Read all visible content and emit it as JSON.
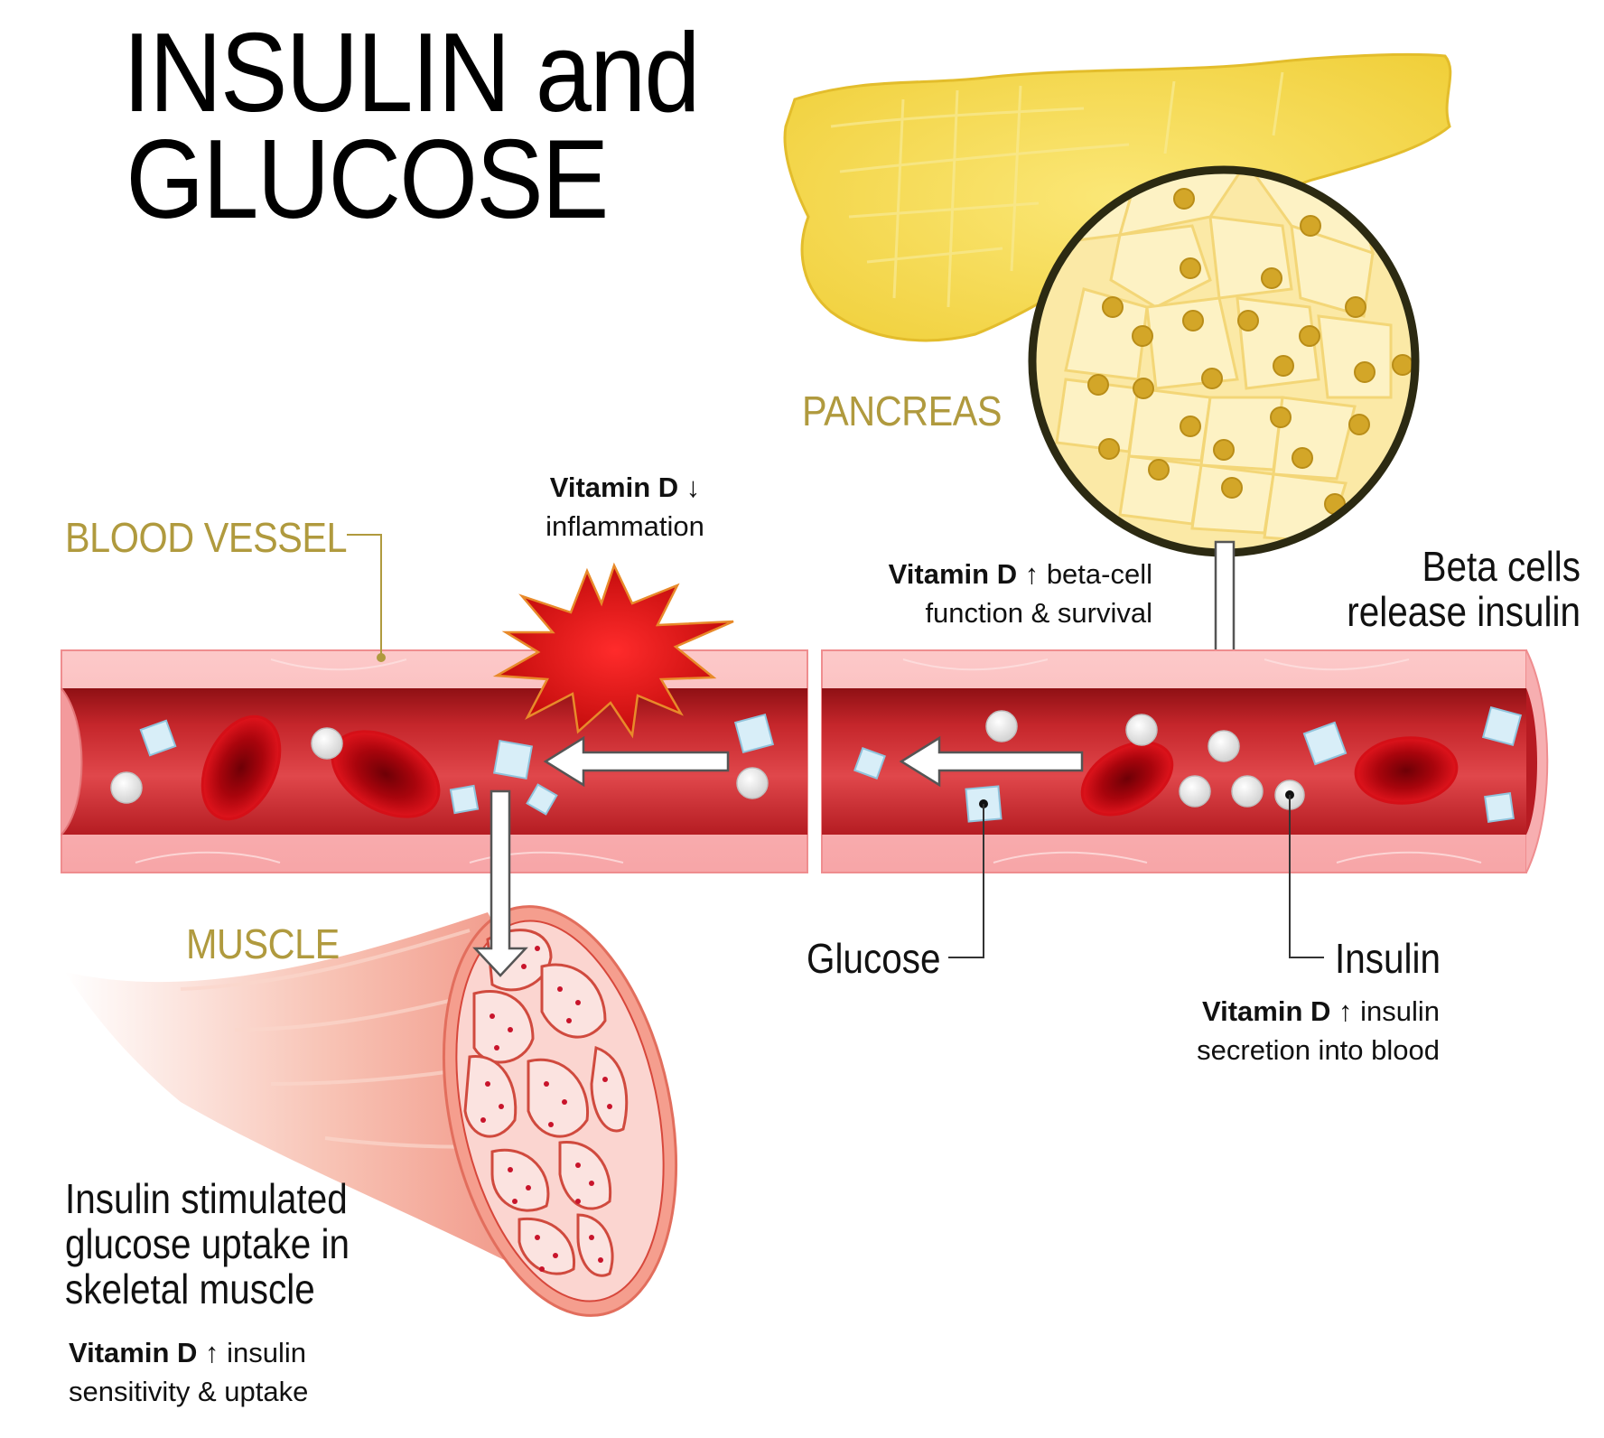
{
  "title": {
    "line1": "INSULIN and",
    "line2": "GLUCOSE"
  },
  "labels": {
    "pancreas": "PANCREAS",
    "blood_vessel": "BLOOD VESSEL",
    "muscle": "MUSCLE",
    "glucose": "Glucose",
    "insulin": "Insulin",
    "beta_cells_line1": "Beta cells",
    "beta_cells_line2": "release insulin",
    "uptake_line1": "Insulin stimulated",
    "uptake_line2": "glucose uptake in",
    "uptake_line3": "skeletal muscle"
  },
  "notes": {
    "inflammation": {
      "bold": "Vitamin D",
      "arrow": "↓",
      "line1_rest": "",
      "line2": "inflammation"
    },
    "beta_cell": {
      "bold": "Vitamin D",
      "arrow": "↑",
      "line1_rest": " beta-cell",
      "line2": "function & survival"
    },
    "secretion": {
      "bold": "Vitamin D",
      "arrow": "↑",
      "line1_rest": " insulin",
      "line2": "secretion into blood"
    },
    "sensitivity": {
      "bold": "Vitamin D",
      "arrow": "↑",
      "line1_rest": " insulin",
      "line2": "sensitivity & uptake"
    }
  },
  "colors": {
    "label_gold": "#b09a3e",
    "vessel_wall": "#f9b3b3",
    "vessel_lumen": "#d82a2e",
    "red_cell": "#c4141c",
    "pancreas": "#f7dc52",
    "muscle": "#f4a394",
    "inflammation": "#e01010"
  }
}
